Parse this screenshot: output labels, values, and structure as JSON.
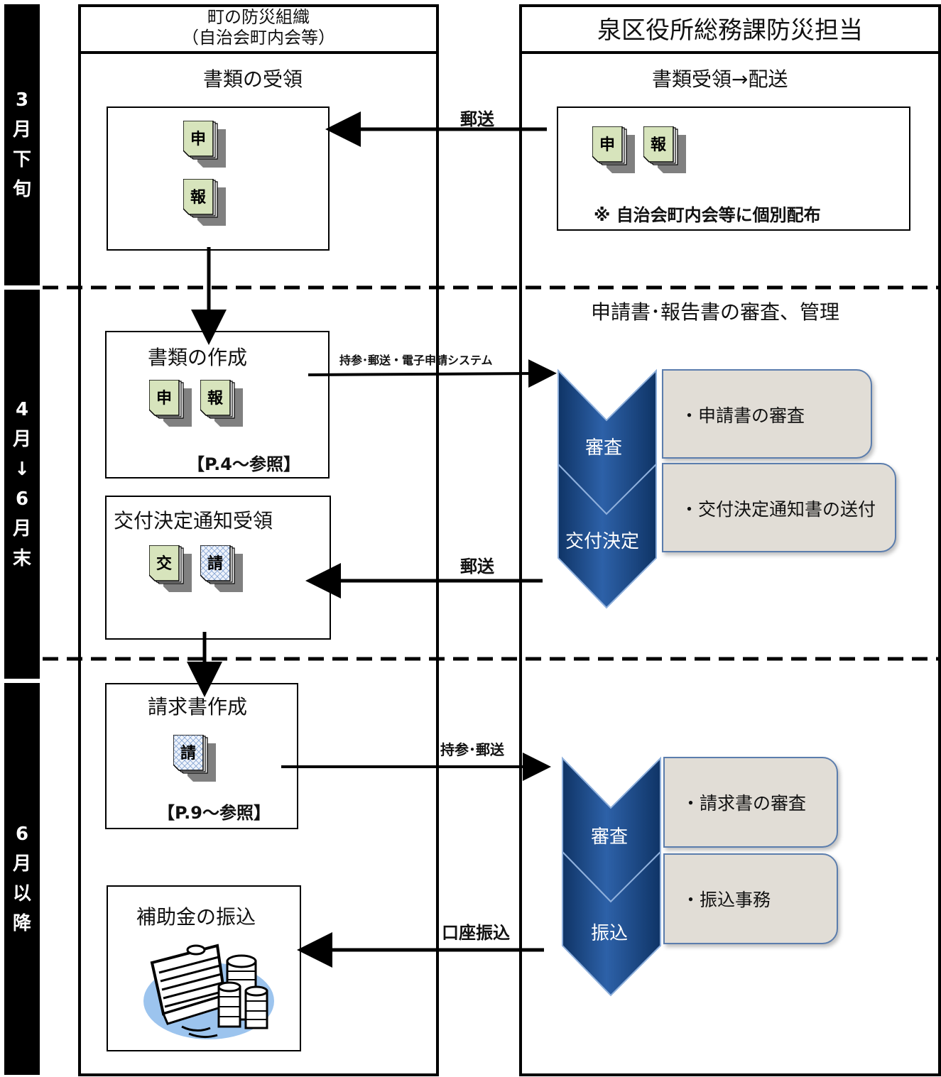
{
  "periods": [
    {
      "label": "3\n月\n下\n旬"
    },
    {
      "label": "4\n月\n↓\n6\n月\n末"
    },
    {
      "label": "6\n月\n以\n降"
    }
  ],
  "columns": {
    "left": {
      "title_line1": "町の防災組織",
      "title_line2": "（自治会町内会等）"
    },
    "right": {
      "title": "泉区役所総務課防災担当"
    }
  },
  "row1": {
    "left_heading": "書類の受領",
    "right_heading": "書類受領→配送",
    "arrow_label": "郵送",
    "note": "※ 自治会町内会等に個別配布"
  },
  "row2": {
    "right_heading": "申請書･報告書の審査、管理",
    "create_title": "書類の作成",
    "create_ref": "【P.4～参照】",
    "submit_label": "持参･郵送・電子申請システム",
    "notice_title": "交付決定通知受領",
    "return_label": "郵送",
    "steps": [
      {
        "chevron": "審査",
        "text": "・申請書の審査"
      },
      {
        "chevron": "交付決定",
        "text": "・交付決定通知書の送付"
      }
    ]
  },
  "row3": {
    "invoice_title": "請求書作成",
    "invoice_ref": "【P.9～参照】",
    "submit_label": "持参･郵送",
    "payment_title": "補助金の振込",
    "transfer_label": "口座振込",
    "steps": [
      {
        "chevron": "審査",
        "text": "・請求書の審査"
      },
      {
        "chevron": "振込",
        "text": "・振込事務"
      }
    ]
  },
  "doc_glyphs": {
    "application": "申",
    "report": "報",
    "notice": "交",
    "invoice": "請"
  },
  "colors": {
    "doc_green": "#d7e4bc",
    "chevron_blue": "#16447e",
    "panel_gray": "#e1ddd6"
  }
}
